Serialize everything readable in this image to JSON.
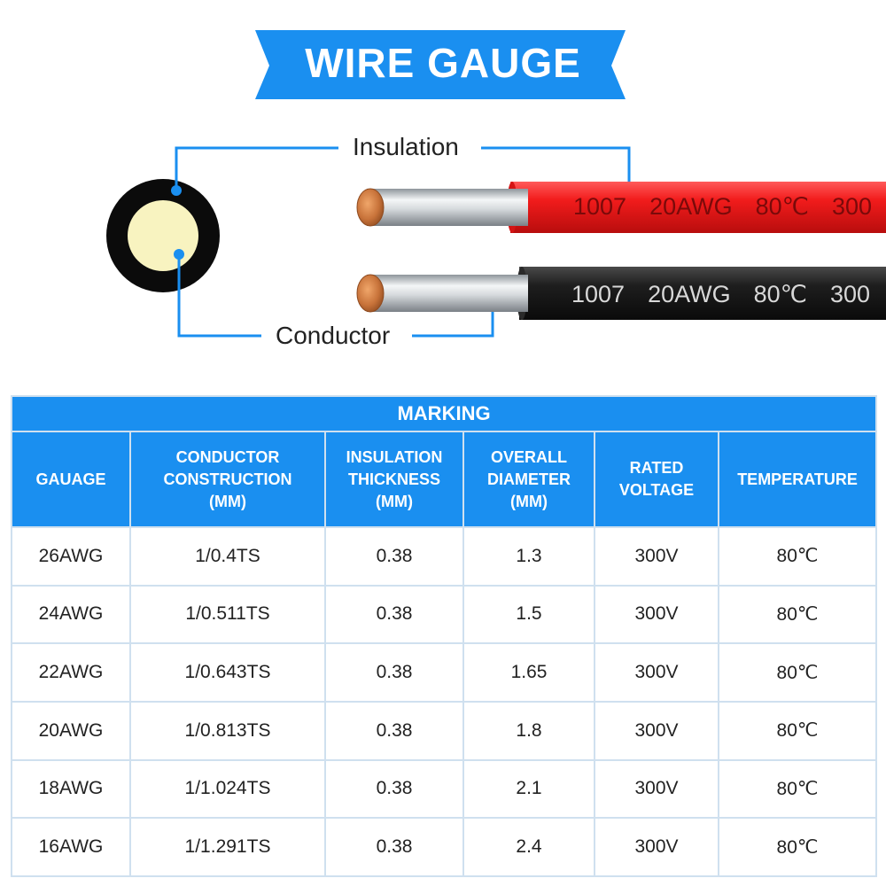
{
  "banner": {
    "title": "WIRE GAUGE"
  },
  "diagram": {
    "insulation_label": "Insulation",
    "conductor_label": "Conductor",
    "red_wire_print": [
      "1007",
      "20AWG",
      "80℃",
      "300"
    ],
    "black_wire_print": [
      "1007",
      "20AWG",
      "80℃",
      "300"
    ],
    "colors": {
      "accent": "#1a8ff0",
      "red_wire": "#f01818",
      "black_wire": "#1c1c1c",
      "copper": "#c8733a",
      "core": "#f8f3c0"
    }
  },
  "table": {
    "title": "MARKING",
    "headers": [
      [
        "GAUAGE"
      ],
      [
        "CONDUCTOR",
        "CONSTRUCTION",
        "(MM)"
      ],
      [
        "INSULATION",
        "THICKNESS",
        "(MM)"
      ],
      [
        "OVERALL",
        "DIAMETER",
        "(MM)"
      ],
      [
        "RATED",
        "VOLTAGE"
      ],
      [
        "TEMPERATURE"
      ]
    ],
    "rows": [
      [
        "26AWG",
        "1/0.4TS",
        "0.38",
        "1.3",
        "300V",
        "80℃"
      ],
      [
        "24AWG",
        "1/0.511TS",
        "0.38",
        "1.5",
        "300V",
        "80℃"
      ],
      [
        "22AWG",
        "1/0.643TS",
        "0.38",
        "1.65",
        "300V",
        "80℃"
      ],
      [
        "20AWG",
        "1/0.813TS",
        "0.38",
        "1.8",
        "300V",
        "80℃"
      ],
      [
        "18AWG",
        "1/1.024TS",
        "0.38",
        "2.1",
        "300V",
        "80℃"
      ],
      [
        "16AWG",
        "1/1.291TS",
        "0.38",
        "2.4",
        "300V",
        "80℃"
      ]
    ]
  }
}
